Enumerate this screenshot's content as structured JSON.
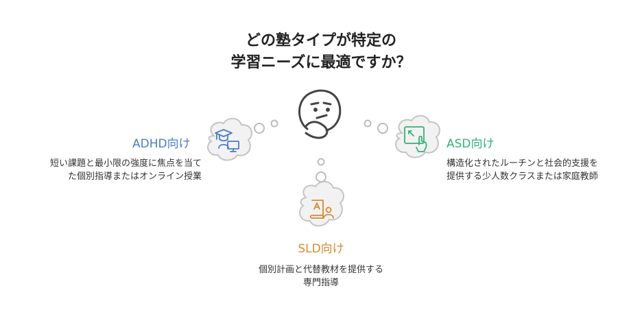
{
  "title": {
    "line1": "どの塾タイプが特定の",
    "line2": "学習ニーズに最適ですか？"
  },
  "branches": {
    "adhd": {
      "label": "ADHD向け",
      "desc_line1": "短い課題と最小限の強度に焦点を当て",
      "desc_line2": "た個別指導またはオンライン授業",
      "color": "#4a7cc4",
      "icon": "teacher-computer-icon"
    },
    "asd": {
      "label": "ASD向け",
      "desc_line1": "構造化されたルーチンと社会的支援を",
      "desc_line2": "提供する少人数クラスまたは家庭教師",
      "color": "#2fb377",
      "icon": "touch-screen-icon"
    },
    "sld": {
      "label": "SLD向け",
      "desc_line1": "個別計画と代替教材を提供する",
      "desc_line2": "専門指導",
      "color": "#d88a2e",
      "icon": "reading-person-icon"
    }
  },
  "center_icon": "thinking-face-icon"
}
